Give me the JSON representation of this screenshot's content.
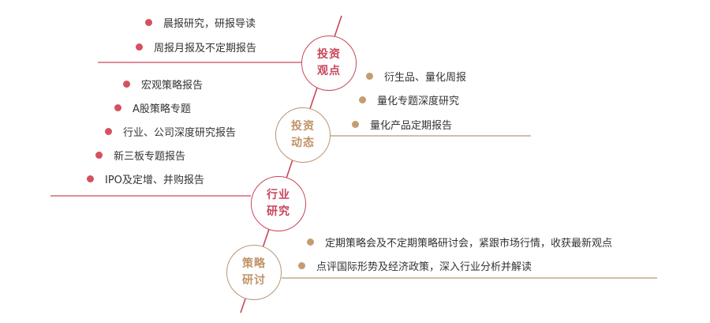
{
  "colors": {
    "red": "#c9465a",
    "red_dot": "#d6505e",
    "tan": "#b89674",
    "tan_dot": "#c59c72",
    "text": "#333333"
  },
  "nodes": [
    {
      "id": "investment-views",
      "title_line1": "投资",
      "title_line2": "观点",
      "color": "red",
      "items": [
        "晨报研究，研报导读",
        "周报月报及不定期报告"
      ]
    },
    {
      "id": "investment-dynamics",
      "title_line1": "投资",
      "title_line2": "动态",
      "color": "tan",
      "items": [
        "衍生品、量化周报",
        "量化专题深度研究",
        "量化产品定期报告"
      ]
    },
    {
      "id": "industry-research",
      "title_line1": "行业",
      "title_line2": "研究",
      "color": "red",
      "items": [
        "宏观策略报告",
        "A股策略专题",
        "行业、公司深度研究报告",
        "新三板专题报告",
        "IPO及定增、并购报告"
      ]
    },
    {
      "id": "strategy-seminar",
      "title_line1": "策略",
      "title_line2": "研讨",
      "color": "tan",
      "items": [
        "定期策略会及不定期策略研讨会，紧跟市场行情，收获最新观点",
        "点评国际形势及经济政策，深入行业分析并解读"
      ]
    }
  ]
}
